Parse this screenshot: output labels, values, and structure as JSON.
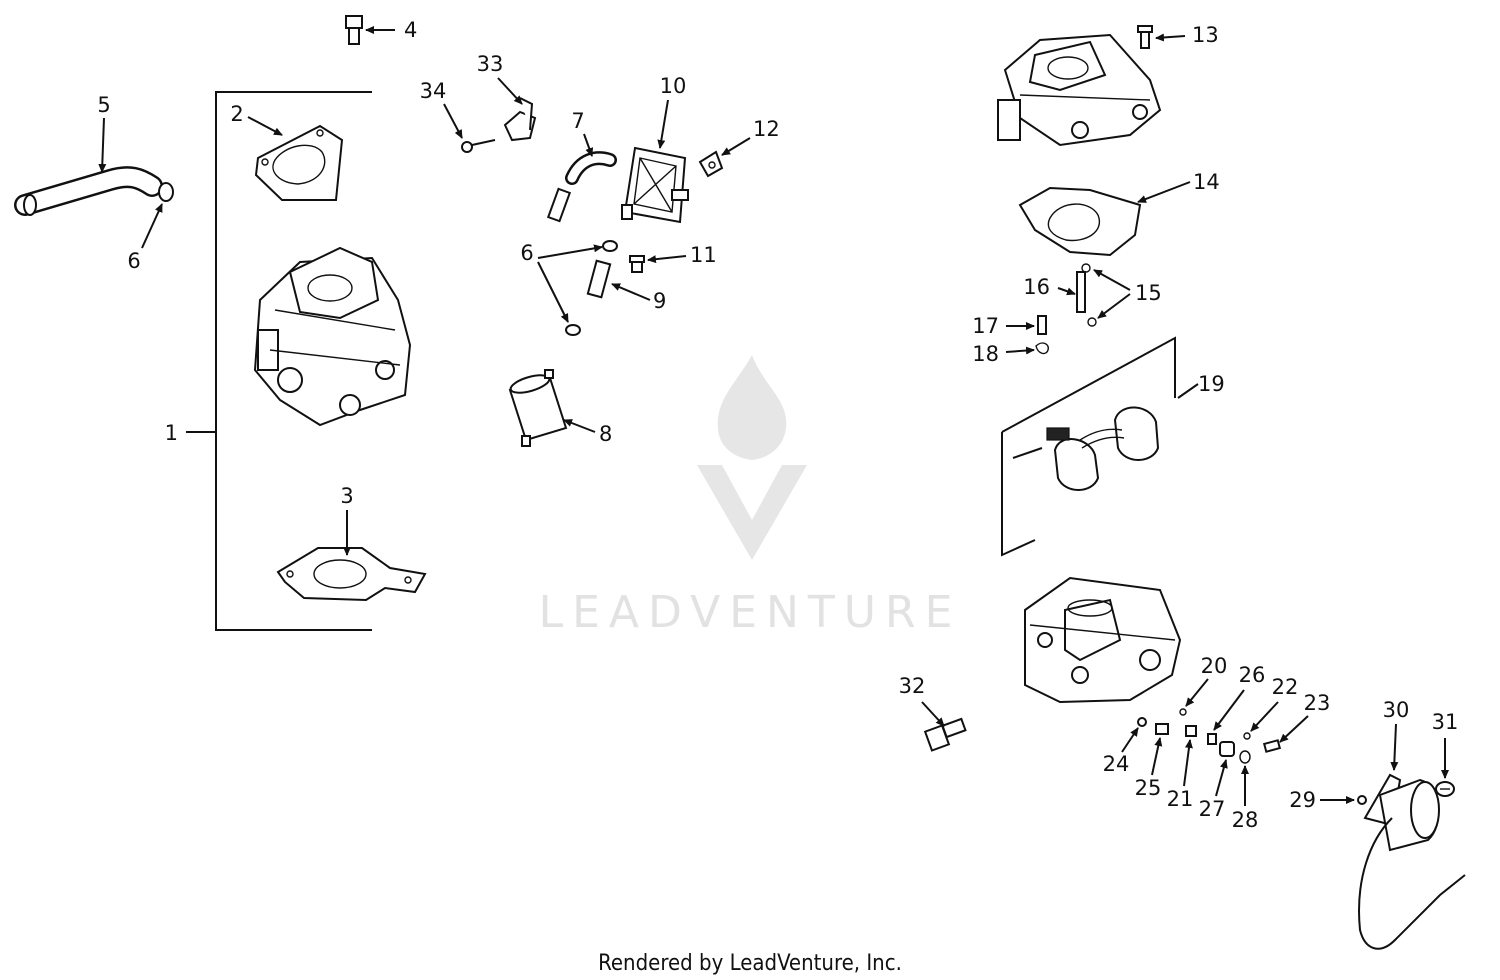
{
  "callouts": {
    "c1": "1",
    "c2": "2",
    "c3": "3",
    "c4": "4",
    "c5": "5",
    "c6a": "6",
    "c6b": "6",
    "c7": "7",
    "c8": "8",
    "c9": "9",
    "c10": "10",
    "c11": "11",
    "c12": "12",
    "c13": "13",
    "c14": "14",
    "c15": "15",
    "c16": "16",
    "c17": "17",
    "c18": "18",
    "c19": "19",
    "c20": "20",
    "c21": "21",
    "c22": "22",
    "c23": "23",
    "c24": "24",
    "c25": "25",
    "c26": "26",
    "c27": "27",
    "c28": "28",
    "c29": "29",
    "c30": "30",
    "c31": "31",
    "c32": "32",
    "c33": "33",
    "c34": "34"
  },
  "watermark": {
    "text": "LEADVENTURE"
  },
  "footer": {
    "text": "Rendered by LeadVenture, Inc."
  },
  "colors": {
    "ink": "#111111",
    "watermark": "#e2e2e2",
    "background": "#ffffff"
  }
}
